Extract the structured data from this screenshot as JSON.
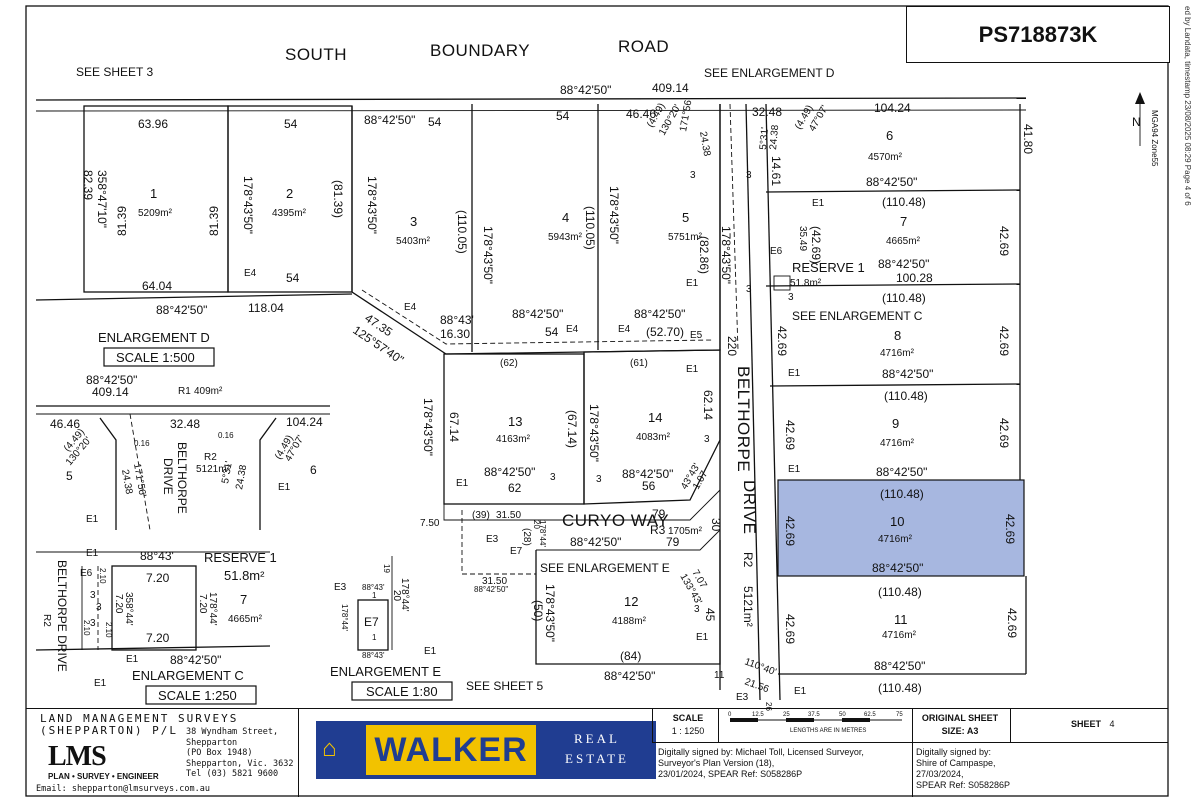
{
  "plan_number": "PS718873K",
  "side_text": "ed by Landata, timestamp 23/08/2025 08:29  Page 4 of 6",
  "roads": {
    "south_boundary": [
      "SOUTH",
      "BOUNDARY",
      "ROAD"
    ],
    "belthorpe_main": [
      "BELTHORPE",
      "DRIVE"
    ],
    "belthorpe_r2": "R2",
    "belthorpe_r2_area": "5121m²",
    "curyo_way": "CURYO WAY",
    "curyo_r3": "R3",
    "curyo_area": "1705m²"
  },
  "refs": {
    "see_sheet_3": "SEE SHEET 3",
    "see_sheet_5": "SEE SHEET 5",
    "see_enl_d": "SEE ENLARGEMENT D",
    "see_enl_c": "SEE ENLARGEMENT C",
    "see_enl_e": "SEE ENLARGEMENT E"
  },
  "north": {
    "label": "N",
    "datum": "MGA94 Zone55"
  },
  "lots": [
    {
      "id": "1",
      "area": "5209m²"
    },
    {
      "id": "2",
      "area": "4395m²"
    },
    {
      "id": "3",
      "area": "5403m²"
    },
    {
      "id": "4",
      "area": "5943m²"
    },
    {
      "id": "5",
      "area": "5751m²"
    },
    {
      "id": "6",
      "area": "4570m²"
    },
    {
      "id": "7",
      "area": "4665m²"
    },
    {
      "id": "8",
      "area": "4716m²"
    },
    {
      "id": "9",
      "area": "4716m²"
    },
    {
      "id": "10",
      "area": "4716m²"
    },
    {
      "id": "11",
      "area": "4716m²"
    },
    {
      "id": "12",
      "area": "4188m²"
    },
    {
      "id": "13",
      "area": "4163m²"
    },
    {
      "id": "14",
      "area": "4083m²"
    }
  ],
  "reserve1": {
    "name": "RESERVE 1",
    "area": "51.8m²"
  },
  "dims": {
    "top_bearing": "88°42'50\"",
    "top_len": "409.14",
    "l1_top": "63.96",
    "l1_left_b": "358°47'10\"",
    "l1_left": "81.39",
    "l1_left2": "82.39",
    "l1_right": "81.39",
    "l1_bot": "64.04",
    "l2_top": "54",
    "l2_b": "178°43'50\"",
    "l2_right": "(81.39)",
    "l2_bot": "54",
    "bot_bearing": "88°42'50\"",
    "bot_len": "118.04",
    "l3_b": "88°42'50\"",
    "l3_top": "54",
    "l3_b2": "178°43'50\"",
    "l3_right": "(110.05)",
    "l4_top": "54",
    "l4_right": "(110.05)",
    "l5_top": "46.46",
    "l5_right": "(82.86)",
    "l5_b": "178°43'50\"",
    "diag_b": "125°57'40\"",
    "diag_l": "47.35",
    "m_b": "88°43'",
    "m_l": "16.30",
    "m2_b": "88°42'50\"",
    "m2_l": "54",
    "m3_b": "88°42'50\"",
    "m3_l": "(52.70)",
    "belt_len": "220",
    "belt_b": "178°43'50\"",
    "v1_a": "(4.49)",
    "v1_b": "130°20'",
    "v1_c": "171°56'",
    "v1_d": "24.38",
    "v2_a": "32.48",
    "v2_b": "5°31'",
    "v2_c": "24.38",
    "v2_d": "(4.49)",
    "v2_e": "47°07'",
    "l6_top": "104.24",
    "l6_right": "41.80",
    "l6_left": "14.61",
    "l6_bot": "88°42'50\"",
    "l7_top": "(110.48)",
    "l7_left": "35.49",
    "l7_left2": "(42.69)",
    "l7_right": "42.69",
    "l7_bot": "88°42'50\"",
    "l7_bot2": "100.28",
    "l8_top": "(110.48)",
    "l8_left": "42.69",
    "l8_right": "42.69",
    "l8_bot": "88°42'50\"",
    "l9_top": "(110.48)",
    "l9_left": "42.69",
    "l9_right": "42.69",
    "l9_bot": "88°42'50\"",
    "l10_top": "(110.48)",
    "l10_left": "42.69",
    "l10_right": "42.69",
    "l10_bot": "88°42'50\"",
    "l11_top": "(110.48)",
    "l11_left": "42.69",
    "l11_right": "42.69",
    "l11_bot": "88°42'50\"",
    "l11_bot2": "(110.48)",
    "l13_top": "(62)",
    "l13_left": "67.14",
    "l13_right": "(67.14)",
    "l13_lb": "178°43'50\"",
    "l13_b": "88°42'50\"",
    "l13_bot": "62",
    "l14_top": "(61)",
    "l14_b": "178°43'50\"",
    "l14_right": "62.14",
    "l14_bb": "88°42'50\"",
    "l14_bot": "56",
    "l14_diag": "43°43'",
    "l14_diag2": "1.07",
    "cw_79": "79",
    "cw_30": "30",
    "cw_b": "88°42'50\"",
    "cw_79b": "79",
    "cw_750": "7.50",
    "cw_39": "(39)",
    "cw_3150": "31.50",
    "cw_28": "(28)",
    "cw_1784": "178°44'",
    "cw_20": "20",
    "e_3150": "31.50",
    "e_b": "88°42'50\"",
    "l12_b": "178°43'50\"",
    "l12_50": "(50)",
    "l12_707": "7.07",
    "l12_db": "133°43'",
    "l12_45": "45",
    "l12_84": "(84)",
    "l12_bb": "88°42'50\"",
    "corner_11": "11",
    "corner_b": "110°40'",
    "corner_2156": "21.56",
    "corner_26": "26"
  },
  "tags": {
    "e1": "E1",
    "e3": "E3",
    "e4": "E4",
    "e5": "E5",
    "e6": "E6",
    "e7": "E7",
    "three": "3"
  },
  "enl_d": {
    "title": "ENLARGEMENT D",
    "scale": "SCALE 1:500",
    "bearing": "88°42'50\"",
    "len": "409.14",
    "r1": "R1",
    "r1_area": "409m²",
    "l_46": "46.46",
    "l_449": "(4.49)",
    "l_130": "130°20'",
    "l_5": "5",
    "l_016a": "0.16",
    "l_171": "171°56'",
    "l_2438": "24.38",
    "road": [
      "BELTHORPE",
      "DRIVE"
    ],
    "l_3248": "32.48",
    "l_r2": "R2",
    "l_area": "5121m²",
    "l_016b": "0.16",
    "l_531": "5°31'",
    "l_2438b": "24.38",
    "l_104": "104.24",
    "l_449b": "(4.49)",
    "l_47": "47°07'",
    "l_6": "6"
  },
  "enl_c": {
    "title": "ENLARGEMENT C",
    "scale": "SCALE 1:250",
    "b_top": "88°43'",
    "res": "RESERVE 1",
    "res_area": "51.8m²",
    "lot7": "7",
    "lot7_area": "4665m²",
    "d_720a": "7.20",
    "d_720b": "7.20",
    "d_720c": "7.20",
    "d_720d": "7.20",
    "d_358": "358°44'",
    "d_178": "178°44'",
    "d_bot": "88°42'50\"",
    "d_210a": "2.10",
    "d_210b": "2.10",
    "d_210c": "2.10",
    "road": "BELTHORPE DRIVE",
    "road_r2": "R2"
  },
  "enl_e": {
    "title": "ENLARGEMENT E",
    "scale": "SCALE 1:80",
    "b1": "88°43'",
    "b2": "178°44'",
    "b3": "178°44'",
    "b4": "88°43'",
    "one_a": "1",
    "one_b": "1",
    "n19": "19",
    "n20": "20",
    "e7": "E7"
  },
  "footer": {
    "firm": [
      "LAND MANAGEMENT SURVEYS",
      "(SHEPPARTON) P/L"
    ],
    "logo": "LMS",
    "tagline": "PLAN • SURVEY • ENGINEER",
    "address": [
      "38 Wyndham Street,",
      "Shepparton",
      "(PO Box 1948)",
      "Shepparton, Vic. 3632",
      "Tel (03) 5821 9600"
    ],
    "email": "Email: shepparton@lmsurveys.com.au",
    "brand": "WALKER",
    "brand_sub": [
      "REAL",
      "ESTATE"
    ],
    "scale_label": "SCALE",
    "scale_value": "1 : 1250",
    "scale_ticks": [
      "0",
      "12.5",
      "25",
      "37.5",
      "50",
      "62.5",
      "75"
    ],
    "scale_units": "LENGTHS ARE IN METRES",
    "orig_label": "ORIGINAL SHEET",
    "orig_size_label": "SIZE: A3",
    "sheet_label": "SHEET",
    "sheet_value": "4",
    "sig1": [
      "Digitally signed by: Michael Toll, Licensed Surveyor,",
      "Surveyor's Plan Version (18),",
      "23/01/2024, SPEAR Ref: S058286P"
    ],
    "sig2": [
      "Digitally signed by:",
      "Shire of Campaspe,",
      "27/03/2024,",
      "SPEAR Ref: S058286P"
    ]
  },
  "colors": {
    "highlight": "#a7b7e0",
    "walker_blue": "#203d91",
    "walker_yellow": "#f2c200"
  }
}
